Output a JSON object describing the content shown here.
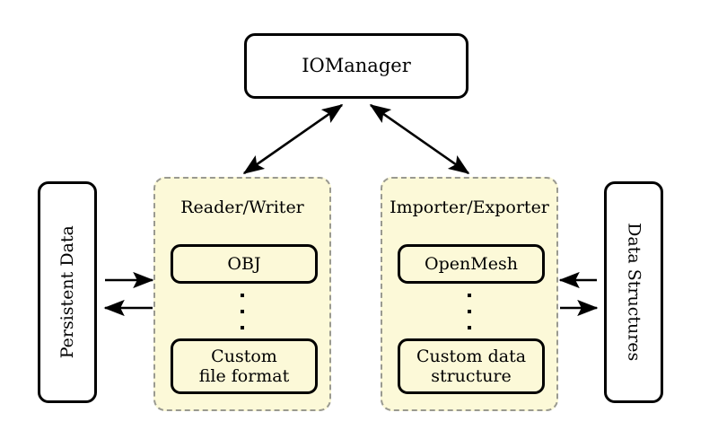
{
  "diagram": {
    "title_node": {
      "label": "IOManager"
    },
    "left_endpoint": {
      "label": "Persistent Data"
    },
    "right_endpoint": {
      "label": "Data Structures"
    },
    "panels": [
      {
        "title": "Reader/Writer",
        "items": [
          "OBJ",
          "Custom\nfile format"
        ],
        "item_top": "OBJ",
        "item_bottom_line1": "Custom",
        "item_bottom_line2": "file format",
        "ellipsis": "vertical-dots"
      },
      {
        "title": "Importer/Exporter",
        "items": [
          "OpenMesh",
          "Custom data\nstructure"
        ],
        "item_top": "OpenMesh",
        "item_bottom_line1": "Custom data",
        "item_bottom_line2": "structure",
        "ellipsis": "vertical-dots"
      }
    ],
    "connectors": [
      {
        "name": "iomanager-to-reader-writer",
        "style": "double-headed-diagonal"
      },
      {
        "name": "iomanager-to-importer-exporter",
        "style": "double-headed-diagonal"
      },
      {
        "name": "persistent-data-to-reader-writer",
        "style": "single-headed-right"
      },
      {
        "name": "reader-writer-to-persistent-data",
        "style": "single-headed-left"
      },
      {
        "name": "importer-exporter-to-data-structures",
        "style": "single-headed-left"
      },
      {
        "name": "data-structures-to-importer-exporter",
        "style": "single-headed-right"
      }
    ],
    "colors": {
      "panel_fill": "#fcf9d8",
      "panel_border": "#9a9a90",
      "node_border": "#000000",
      "node_fill": "#ffffff",
      "background": "#ffffff"
    }
  }
}
